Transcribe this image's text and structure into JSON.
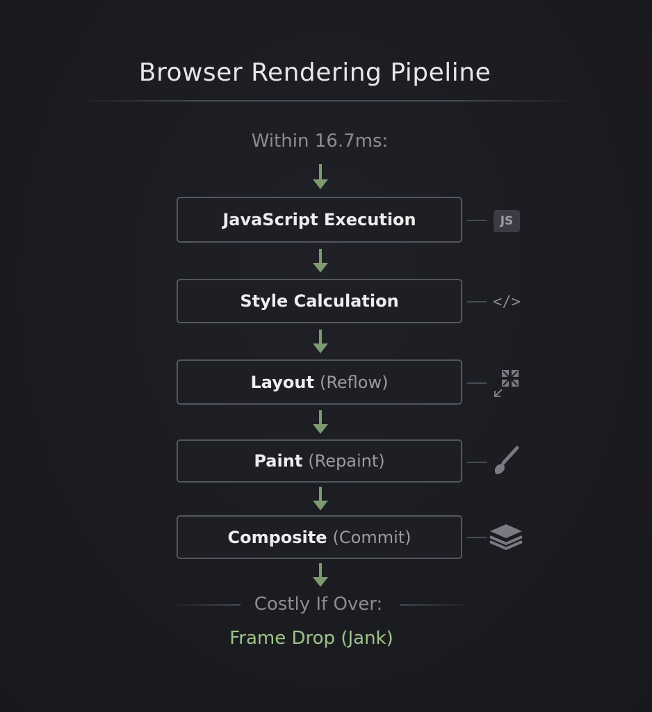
{
  "title": "Browser Rendering Pipeline",
  "subtitle": "Within 16.7ms:",
  "steps": [
    {
      "main": "JavaScript Execution",
      "paren": "",
      "icon": "js-icon",
      "icon_text": "JS"
    },
    {
      "main": "Style Calculation",
      "paren": "",
      "icon": "code-icon",
      "icon_text": "</>"
    },
    {
      "main": "Layout",
      "paren": "(Reflow)",
      "icon": "layout-reflow-icon"
    },
    {
      "main": "Paint",
      "paren": "(Repaint)",
      "icon": "paintbrush-icon"
    },
    {
      "main": "Composite",
      "paren": "(Commit)",
      "icon": "layers-icon"
    }
  ],
  "footer": {
    "label": "Costly If Over:",
    "result": "Frame Drop (Jank)"
  },
  "colors": {
    "background": "#1b1c21",
    "arrow": "#7e9a70",
    "result": "#9fc48a",
    "box_border": "#55575e"
  }
}
